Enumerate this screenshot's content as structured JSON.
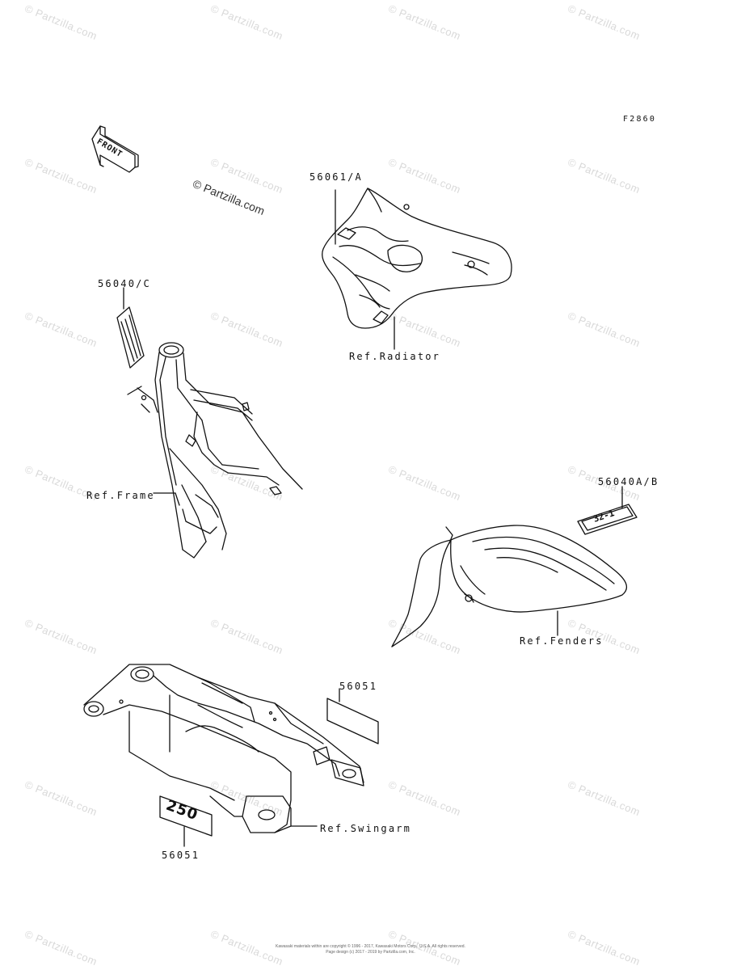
{
  "figure_code": "F2860",
  "front_label": "FRONT",
  "watermark_main": "© Partzilla.com",
  "watermark_text": "© Partzilla.com",
  "labels": {
    "tank_decal": "56061/A",
    "frame_decal": "56040/C",
    "fender_decal": "56040A/B",
    "swingarm_decal_right": "56051",
    "swingarm_decal_left": "56051"
  },
  "references": {
    "radiator": "Ref.Radiator",
    "frame": "Ref.Frame",
    "fenders": "Ref.Fenders",
    "swingarm": "Ref.Swingarm"
  },
  "decal_text": {
    "fender": "32-1",
    "swingarm": "250"
  },
  "footer": {
    "line1": "Kawasaki materials within are copyright © 1996 - 2017, Kawasaki Motors Corp., U.S.A. All rights reserved.",
    "line2": "Page design (c) 2017 - 2019 by Partzilla.com, Inc."
  }
}
